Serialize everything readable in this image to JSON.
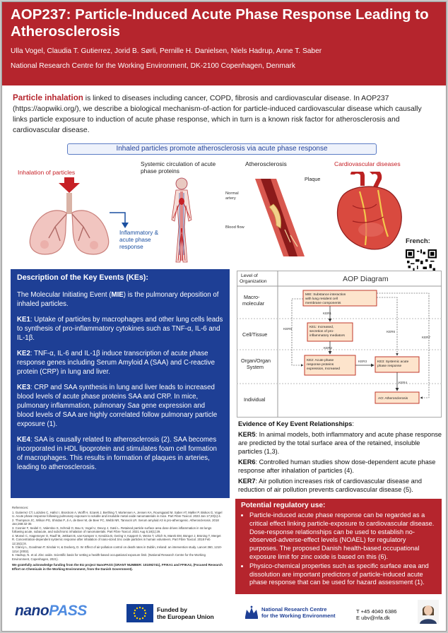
{
  "header": {
    "title": "AOP237: Particle-Induced Acute Phase Response Leading to Atherosclerosis",
    "authors": "Ulla Vogel, Claudia T. Gutierrez, Jorid B. Sørli, Pernille H. Danielsen, Niels Hadrup, Anne T. Saber",
    "institution": "National Research Centre for the Working Environment, DK-2100 Copenhagen, Denmark"
  },
  "intro": {
    "highlight": "Particle inhalation",
    "text": " is linked to diseases including cancer, COPD, fibrosis and cardiovascular disease. In AOP237 (https://aopwiki.org/), we describe a biological mechanism-of-action for particle-induced cardiovascular disease which causally links particle exposure to induction of acute phase response, which in turn is a known risk factor for atherosclerosis and cardiovascular disease."
  },
  "figure": {
    "banner": "Inhaled particles promote atherosclerosis via acute phase response",
    "inhalation": "Inhalation of particles",
    "systemic": "Systemic circulation of acute phase proteins",
    "atherosclerosis": "Atherosclerosis",
    "cardiovascular": "Cardiovascular diseases",
    "inflammatory": "Inflammatory & acute phase response",
    "plaque": "Plaque",
    "normal_artery": "Normal artery",
    "blood_flow": "Blood flow"
  },
  "french_label": "French:",
  "ke_box": {
    "title": "Description of the Key Events (KEs):",
    "mie_before": "The Molecular Initiating Event (",
    "mie_bold": "MIE",
    "mie_after": ") is the pulmonary deposition of inhaled particles.",
    "ke1_label": "KE1",
    "ke1_text": ": Uptake of particles by macrophages and other lung cells leads to synthesis of pro-inflammatory cytokines such as TNF-α, IL-6 and IL-1β.",
    "ke2_label": "KE2",
    "ke2_text": ": TNF-α, IL-6 and IL-1β induce transcription of acute phase response genes including Serum Amyloid A (SAA) and C-reactive protein (CRP) in lung and liver.",
    "ke3_label": "KE3",
    "ke3_text_a": ": CRP and SAA synthesis in lung and liver leads to increased blood levels of acute phase proteins SAA and CRP. In mice, pulmonary inflammation, pulmonary ",
    "ke3_italic": "Saa",
    "ke3_text_b": " gene expression and blood levels of SAA are highly correlated follow pulmonary particle exposure (1).",
    "ke4_label": "KE4",
    "ke4_text": ": SAA is causally related to atherosclerosis (2). SAA becomes incorporated in HDL lipoprotein and stimulates foam cell formation of macrophages. This results in formation of plaques in arteries, leading to atherosclerosis."
  },
  "aop": {
    "title": "AOP Diagram",
    "levels": [
      "Level of Organization",
      "Macro-molecular",
      "Cell/Tissue",
      "Organ/Organ System",
      "Individual"
    ],
    "mie": "MIE: Substance interaction with lung resident cell membrane components",
    "ke1": "KE1: Increased, secretion of pro-inflammatory mediators",
    "ke2": "KE2: Acute phase response proteins expression, Increased",
    "ke3": "KE3: Systemic acute phase response",
    "ao": "AO: Atherosclerosis",
    "kers": [
      "KER1",
      "KER2",
      "KER3",
      "KER4",
      "KER5",
      "KER6",
      "KER7"
    ]
  },
  "evidence": {
    "title": "Evidence of Key Event Relationships",
    "items": [
      {
        "label": "KER5",
        "text": ": In animal models, both inflammatory and acute phase response are predicted by the total surface area of the retained, insoluble particles (1,3)."
      },
      {
        "label": "KER6",
        "text": ": Controlled human studies show dose-dependent acute phase response after inhalation of particles (4)."
      },
      {
        "label": "KER7",
        "text": ": Air pollution increases risk of cardiovascular disease and reduction of air pollution prevents cardiovascular disease (5)."
      }
    ]
  },
  "references": {
    "title": "References:",
    "items": [
      "1.  Gutierrez CT, Loizides C, Hafez I, Brostrom A, Wolff H, Szarek J, Berthing T, Mortensen A, Jensen KA, Roursgaard M, Saber AT, Møller P, Biskos G, Vogel U. Acute phase response following pulmonary exposure to soluble and insoluble metal oxide nanomaterials in mice. Part Fibre Toxicol. 2023 Jan 17;20(1):4.",
      "2. Thompson JC, Wilson PG, Shridas P, Ji A, de Beer M, de Beer FC, Webb NR, Tannock LR. Serum amyloid A3 is pro-atherogenic. Atherosclerosis. 2018 Jan;268:32-35",
      "3. Cosnier F, Seidel C, Valentino S, Schmid O, Bau S, Vogel U, Devoy J, Gaté L. Retained particle surface area dose drives inflammation in rat lungs following acute, subacute, and subchronic inhalation of nanomaterials. Part Fibre Toxicol. 2021 Aug 5;18(1):29.",
      "4. Monsé C, Hagemeyer O, Raulf M, Jettkant B, van Kampen V, Kendzia B, Gering V, Kappert G, Weiss T, Ulrich N, Marek EM, Bünger J, Brüning T, Merget R. Concentration-dependent systemic response after inhalation of nano-sized zinc oxide particles in human volunteers. Part Fibre Toxicol. 2018 Feb 12;15(1):8.",
      "5. Clancy L, Goodman P, Sinclair H, & Dockery, D. W. Effect of air-pollution control on death rates in Dublin, Ireland: an intervention study. Lancet 360, 1210-1214 (2002).",
      "6. Hadrup, N. et al. Zinc oxide. Scientific basis for setting a health-based occupational exposure limit. (National Research Centre for the Working Environment, Copenhagen, 2021)."
    ]
  },
  "funding_text": "We gratefully acknowledge funding from the EU project NanoPASS (GRANT NUMBER: 101092741), FFIKA1 and FFIKA2, (Focused Research Effort on Chemicals in the Working Environment, from the Danish Government).",
  "regulatory": {
    "title": "Potential regulatory use:",
    "items": [
      "Particle-induced acute phase response can be regarded as a critical effect linking particle-exposure to cardiovascular disease. Dose-response relationships can be used to establish no-observed-adverse-effect levels (NOAEL) for regulatory purposes. The proposed Danish health-based occupational exposure limit for zinc oxide is based on this (6).",
      "Physico-chemical properties such as specific surface area and dissolution are important predictors of particle-induced acute phase response that can be used for hazard assessment (1)."
    ]
  },
  "footer": {
    "logo_nano": "nano",
    "logo_pass": "PASS",
    "eu_funded_line1": "Funded by",
    "eu_funded_line2": "the European Union",
    "nrc_line1": "National Research Centre",
    "nrc_line2": "for the Working Environment",
    "phone": "T  +45 4040 6386",
    "email": "E  ubv@nfa.dk"
  },
  "colors": {
    "brand_red": "#b5252d",
    "brand_blue": "#1e3f95",
    "aop_box_fill": "#fde4cc",
    "aop_box_border": "#c0392b"
  }
}
